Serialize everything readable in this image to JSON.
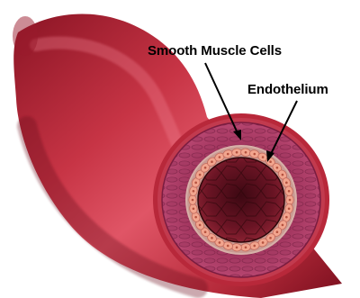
{
  "labels": {
    "smooth_muscle_cells": "Smooth Muscle Cells",
    "endothelium": "Endothelium"
  },
  "colors": {
    "vessel_outer": "#b8283a",
    "vessel_highlight": "#e0606e",
    "vessel_shadow": "#7a1020",
    "muscle_layer": "#a83a62",
    "muscle_cells": "#8c2a50",
    "endothelium_ring": "#d9a7a0",
    "endothelium_cells": "#f2a58e",
    "lumen": "#5a1020",
    "lumen_cell_lines": "#3a0810"
  },
  "icons": {
    "vessel": "blood-vessel-illustration"
  }
}
